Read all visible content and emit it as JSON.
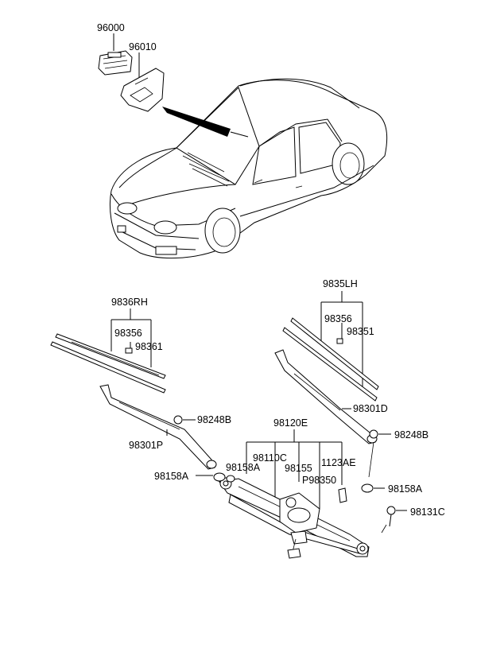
{
  "parts": {
    "p96000": "96000",
    "p96010": "96010",
    "p9836RH": "9836RH",
    "p98356_rh": "98356",
    "p98361": "98361",
    "p9835LH": "9835LH",
    "p98356_lh": "98356",
    "p98351": "98351",
    "p98301D": "98301D",
    "p98248B_left": "98248B",
    "p98301P": "98301P",
    "p98120E": "98120E",
    "p98248B_right": "98248B",
    "p98110C": "98110C",
    "p98158A_mid": "98158A",
    "p98158A_left": "98158A",
    "p98155": "98155",
    "p1123AE": "1123AE",
    "pP98350": "P98350",
    "p98158A_right": "98158A",
    "p98131C": "98131C"
  },
  "colors": {
    "line": "#000000",
    "background": "#ffffff"
  }
}
